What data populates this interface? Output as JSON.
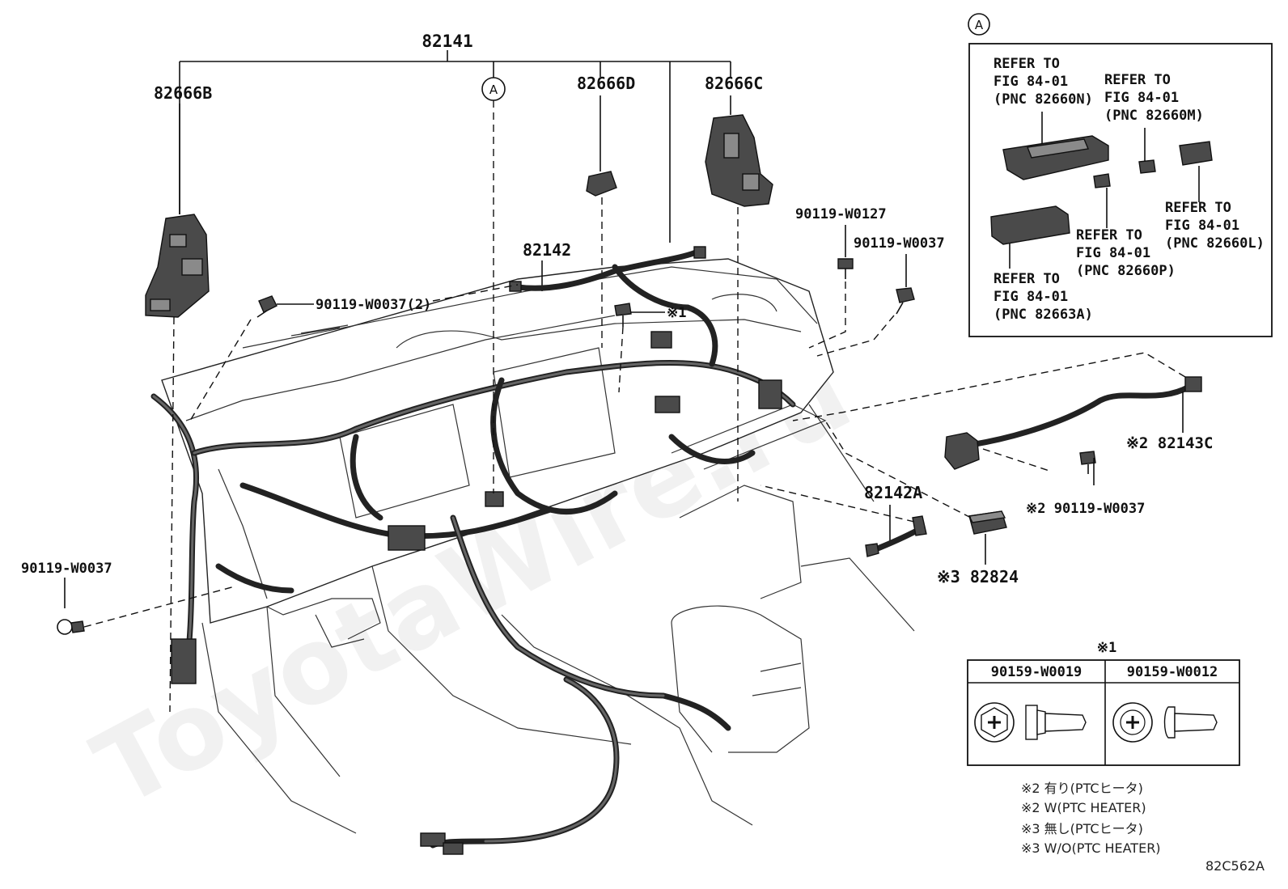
{
  "callouts": {
    "main_harness": "82141",
    "p82666B": "82666B",
    "p82666D": "82666D",
    "p82666C": "82666C",
    "p82142": "82142",
    "bolt_w0037_2": "90119-W0037(2)",
    "bolt_note1": "※1",
    "bolt_w0127": "90119-W0127",
    "bolt_w0037_right": "90119-W0037",
    "bolt_w0037_left": "90119-W0037",
    "p82143C": "※2 82143C",
    "bolt_w0037_note2": "※2 90119-W0037",
    "p82142A": "82142A",
    "p82824": "※3 82824",
    "ref_A": "A"
  },
  "inset_A": {
    "marker": "A",
    "refs": [
      {
        "line1": "REFER TO",
        "line2": "FIG 84-01",
        "line3": "(PNC 82660N)"
      },
      {
        "line1": "REFER TO",
        "line2": "FIG 84-01",
        "line3": "(PNC 82660M)"
      },
      {
        "line1": "REFER TO",
        "line2": "FIG 84-01",
        "line3": "(PNC 82660L)"
      },
      {
        "line1": "REFER TO",
        "line2": "FIG 84-01",
        "line3": "(PNC 82660P)"
      },
      {
        "line1": "REFER TO",
        "line2": "FIG 84-01",
        "line3": "(PNC 82663A)"
      }
    ]
  },
  "bolt_table": {
    "title": "※1",
    "col1": "90159-W0019",
    "col2": "90159-W0012"
  },
  "notes": [
    "※2 有り(PTCヒータ)",
    "※2 W(PTC HEATER)",
    "※3 無し(PTCヒータ)",
    "※3 W/O(PTC HEATER)"
  ],
  "figure_code": "82C562A",
  "watermark": "ToyotaWire.ru"
}
